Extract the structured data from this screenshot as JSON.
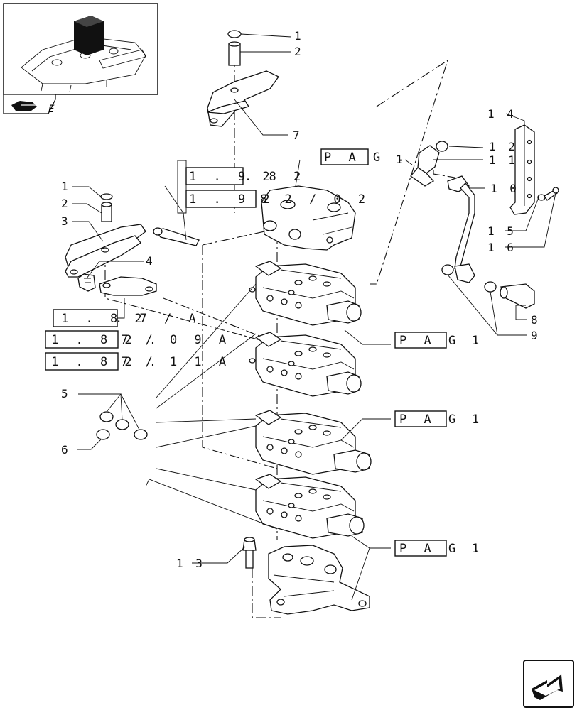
{
  "callouts": {
    "c1_top": "1",
    "c2_top": "2",
    "c7": "7",
    "c12": "1 2",
    "c11": "1 1",
    "c1_fit": "1",
    "c10": "1 0",
    "c14": "1 4",
    "c15": "1 5",
    "c16": "1 6",
    "c1_left": "1",
    "c2_left": "2",
    "c3": "3",
    "c4": "4",
    "c8": "8",
    "c9": "9",
    "c5": "5",
    "c6": "6",
    "c13": "1 3"
  },
  "references": {
    "pag_top": "P A G .",
    "r1_92_82_a": "1 . 9 2",
    "r1_92_82_b": ". 8 2",
    "r1_92_82_02_a": "1 . 9 2 .",
    "r1_92_82_02_b": "8 2 / 0 2",
    "r1_82_7_a_a": "1 . 8 2",
    "r1_82_7_a_b": ". 7 / A",
    "r1_82_7_09a_a": "1 . 8 2 .",
    "r1_82_7_09a_b": "7 / 0 9 A",
    "r1_82_7_11a_a": "1 . 8 2 .",
    "r1_82_7_11a_b": "7 / 1 1 A",
    "pag_1_a": "P A G .",
    "pag_1_a_num": "1",
    "pag_1_b": "P A G .",
    "pag_1_b_num": "1",
    "pag_1_c": "P A G .",
    "pag_1_c_num": "1"
  },
  "thumbnail": {
    "tab_letter": "E"
  },
  "icons": {
    "thumbnail_preview": "tractor-hydraulic-lift-thumbnail",
    "nav_tab": "pointing-hand-icon",
    "next_page": "next-page-arrow-icon"
  }
}
